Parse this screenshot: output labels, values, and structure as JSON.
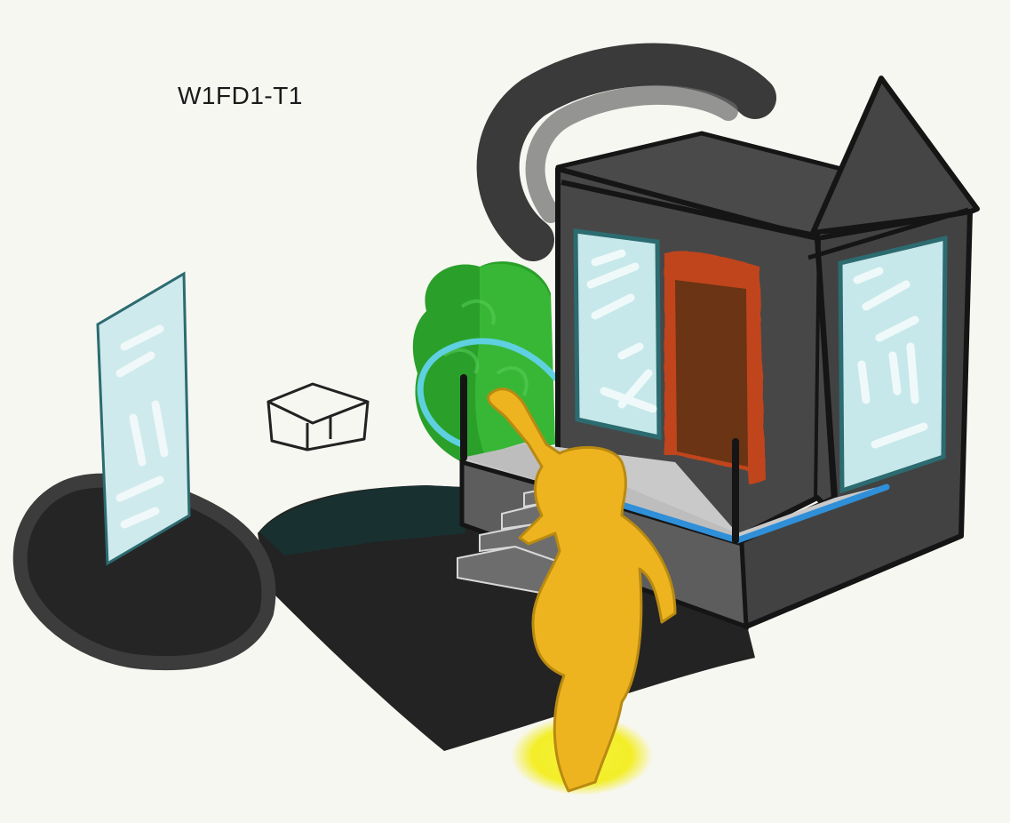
{
  "caption": "W1FD1-T1",
  "colors": {
    "background": "#f7f7f2",
    "ground_shadow": "#232323",
    "building_wall": "#474747",
    "outline": "#151515",
    "window_glass": "#c6e8ea",
    "window_frame": "#2c6b70",
    "door": "#6b3414",
    "door_frame": "#c0441a",
    "bush_dark": "#2aa02a",
    "bush_light": "#3cbd3a",
    "highlight_blue": "#2f8fd8",
    "highlight_cyan": "#5fd0e0",
    "figure": "#eeb420",
    "figure_glow": "#f3ee28",
    "stairs": "#6d6d6d",
    "platform": "#c9c9c9"
  },
  "scene": {
    "elements": [
      "glass-panel",
      "wireframe-box",
      "dark-ground-shadow",
      "kiosk-building",
      "green-bush",
      "orange-door",
      "stairs",
      "yellow-figure"
    ]
  }
}
